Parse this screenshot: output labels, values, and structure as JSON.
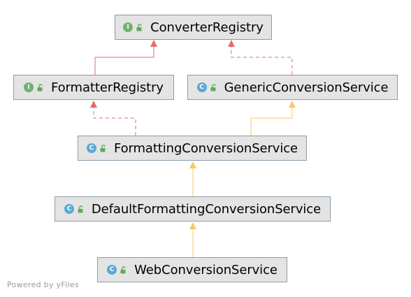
{
  "colors": {
    "extends_edge": "#e16e6e",
    "implements_edge": "#f0a0a0",
    "class_extends_edge": "#f7c96a",
    "interface_badge": "#72b16f",
    "class_badge": "#5aa9d6",
    "lock_icon": "#5dab5b",
    "node_fill": "#e4e4e4",
    "node_border": "#8a9caa"
  },
  "nodes": [
    {
      "id": "converter_registry",
      "label": "ConverterRegistry",
      "kind": "interface",
      "badge": "I",
      "icon": "unlocked-icon"
    },
    {
      "id": "formatter_registry",
      "label": "FormatterRegistry",
      "kind": "interface",
      "badge": "I",
      "icon": "unlocked-icon"
    },
    {
      "id": "generic_conversion_service",
      "label": "GenericConversionService",
      "kind": "class",
      "badge": "C",
      "icon": "unlocked-icon"
    },
    {
      "id": "formatting_conversion_service",
      "label": "FormattingConversionService",
      "kind": "class",
      "badge": "C",
      "icon": "unlocked-icon"
    },
    {
      "id": "default_formatting_conversion_service",
      "label": "DefaultFormattingConversionService",
      "kind": "class",
      "badge": "C",
      "icon": "unlocked-icon"
    },
    {
      "id": "web_conversion_service",
      "label": "WebConversionService",
      "kind": "class",
      "badge": "C",
      "icon": "unlocked-icon"
    }
  ],
  "edges": [
    {
      "from": "formatter_registry",
      "to": "converter_registry",
      "type": "interface-extends"
    },
    {
      "from": "generic_conversion_service",
      "to": "converter_registry",
      "type": "implements"
    },
    {
      "from": "formatting_conversion_service",
      "to": "formatter_registry",
      "type": "implements"
    },
    {
      "from": "formatting_conversion_service",
      "to": "generic_conversion_service",
      "type": "class-extends"
    },
    {
      "from": "default_formatting_conversion_service",
      "to": "formatting_conversion_service",
      "type": "class-extends"
    },
    {
      "from": "web_conversion_service",
      "to": "default_formatting_conversion_service",
      "type": "class-extends"
    }
  ],
  "footer": "Powered by yFiles"
}
